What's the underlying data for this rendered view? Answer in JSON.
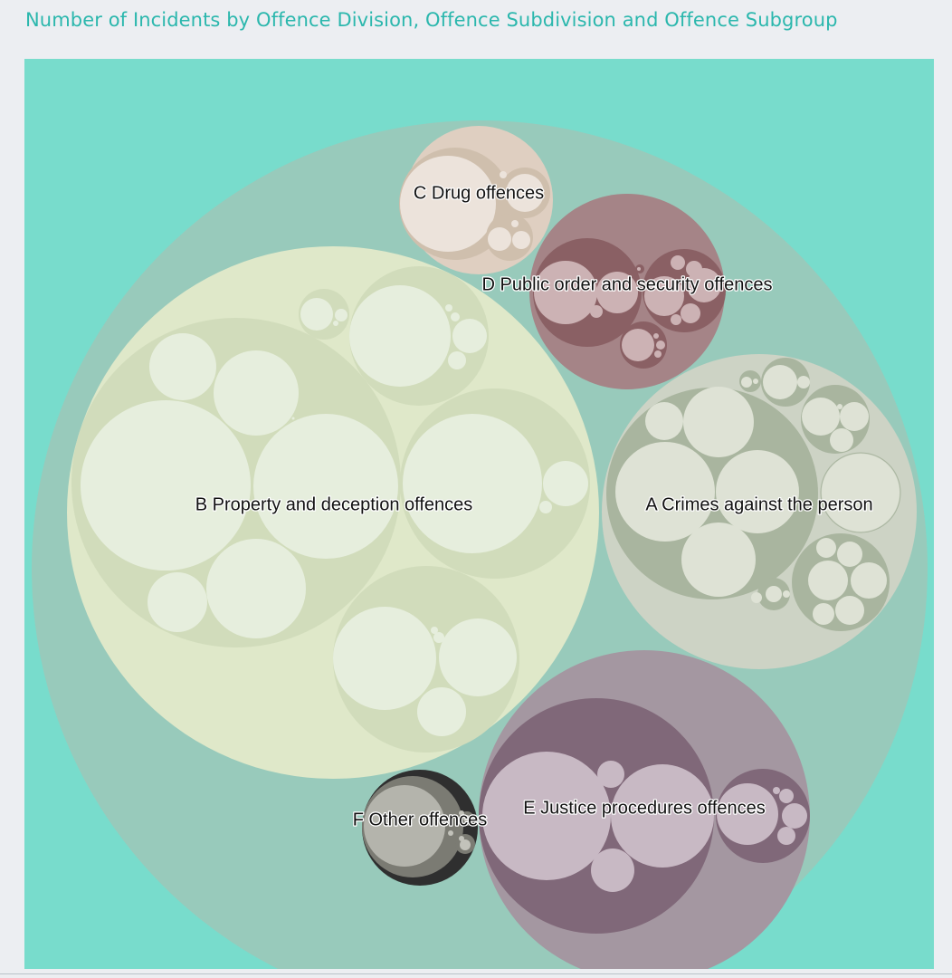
{
  "title": "Number of Incidents by Offence Division, Offence Subdivision and Offence Subgroup",
  "chart_data": {
    "type": "circle-packing",
    "title": "Number of Incidents by Offence Division, Offence Subdivision and Offence Subgroup",
    "colors": {
      "background": "#78dccc",
      "root": "#98cabb",
      "A": "#cdd3c5",
      "B": "#dfe8c9",
      "C": "#dfcfc1",
      "D": "#a58487",
      "E": "#a497a1",
      "F": "#2f2f2f"
    },
    "divisions": [
      {
        "id": "B",
        "label": "B Property and deception offences",
        "color": "#dfe8c9"
      },
      {
        "id": "A",
        "label": "A Crimes against the person",
        "color": "#cdd3c5"
      },
      {
        "id": "E",
        "label": "E Justice procedures offences",
        "color": "#a497a1"
      },
      {
        "id": "D",
        "label": "D Public order and security offences",
        "color": "#a58487"
      },
      {
        "id": "C",
        "label": "C Drug offences",
        "color": "#dfcfc1"
      },
      {
        "id": "F",
        "label": "F Other offences",
        "color": "#2f2f2f"
      }
    ]
  }
}
